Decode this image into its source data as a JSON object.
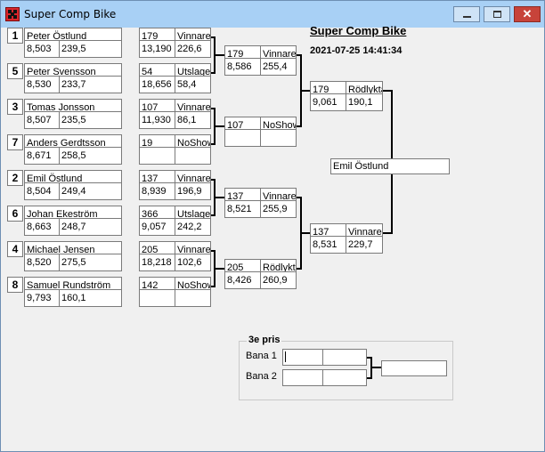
{
  "window": {
    "title": "Super Comp Bike",
    "close_label": "✕"
  },
  "header": {
    "event_title": "Super Comp Bike",
    "datetime": "2021-07-25 14:41:34"
  },
  "round1": [
    {
      "seed": "1",
      "name": "Peter Östlund",
      "a": "8,503",
      "b": "239,5",
      "speed": "179",
      "result": "Vinnare",
      "time": "13,190",
      "kmh": "226,6"
    },
    {
      "seed": "5",
      "name": "Peter Svensson",
      "a": "8,530",
      "b": "233,7",
      "speed": "54",
      "result": "Utslagen",
      "time": "18,656",
      "kmh": "58,4"
    },
    {
      "seed": "3",
      "name": "Tomas Jonsson",
      "a": "8,507",
      "b": "235,5",
      "speed": "107",
      "result": "Vinnare",
      "time": "11,930",
      "kmh": "86,1"
    },
    {
      "seed": "7",
      "name": "Anders Gerdtsson",
      "a": "8,671",
      "b": "258,5",
      "speed": "19",
      "result": "NoShow",
      "time": "",
      "kmh": ""
    },
    {
      "seed": "2",
      "name": "Emil Östlund",
      "a": "8,504",
      "b": "249,4",
      "speed": "137",
      "result": "Vinnare",
      "time": "8,939",
      "kmh": "196,9"
    },
    {
      "seed": "6",
      "name": "Johan Ekeström",
      "a": "8,663",
      "b": "248,7",
      "speed": "366",
      "result": "Utslagen",
      "time": "9,057",
      "kmh": "242,2"
    },
    {
      "seed": "4",
      "name": "Michael Jensen",
      "a": "8,520",
      "b": "275,5",
      "speed": "205",
      "result": "Vinnare",
      "time": "18,218",
      "kmh": "102,6"
    },
    {
      "seed": "8",
      "name": "Samuel Rundström",
      "a": "9,793",
      "b": "160,1",
      "speed": "142",
      "result": "NoShow",
      "time": "",
      "kmh": ""
    }
  ],
  "round2": [
    {
      "speed": "179",
      "result": "Vinnare",
      "time": "8,586",
      "kmh": "255,4"
    },
    {
      "speed": "107",
      "result": "NoShow",
      "time": "",
      "kmh": ""
    },
    {
      "speed": "137",
      "result": "Vinnare",
      "time": "8,521",
      "kmh": "255,9"
    },
    {
      "speed": "205",
      "result": "Rödlykta",
      "time": "8,426",
      "kmh": "260,9"
    }
  ],
  "semis": [
    {
      "speed": "179",
      "result": "Rödlykta",
      "time": "9,061",
      "kmh": "190,1"
    },
    {
      "speed": "137",
      "result": "Vinnare",
      "time": "8,531",
      "kmh": "229,7"
    }
  ],
  "winner": "Emil Östlund",
  "third_place": {
    "title": "3e pris",
    "lane1_label": "Bana 1",
    "lane2_label": "Bana 2"
  },
  "colors": {
    "titlebar": "#a8d0f5",
    "window_bg": "#f0f0f0",
    "close_button": "#c7433a",
    "bracket_line": "#000000"
  }
}
